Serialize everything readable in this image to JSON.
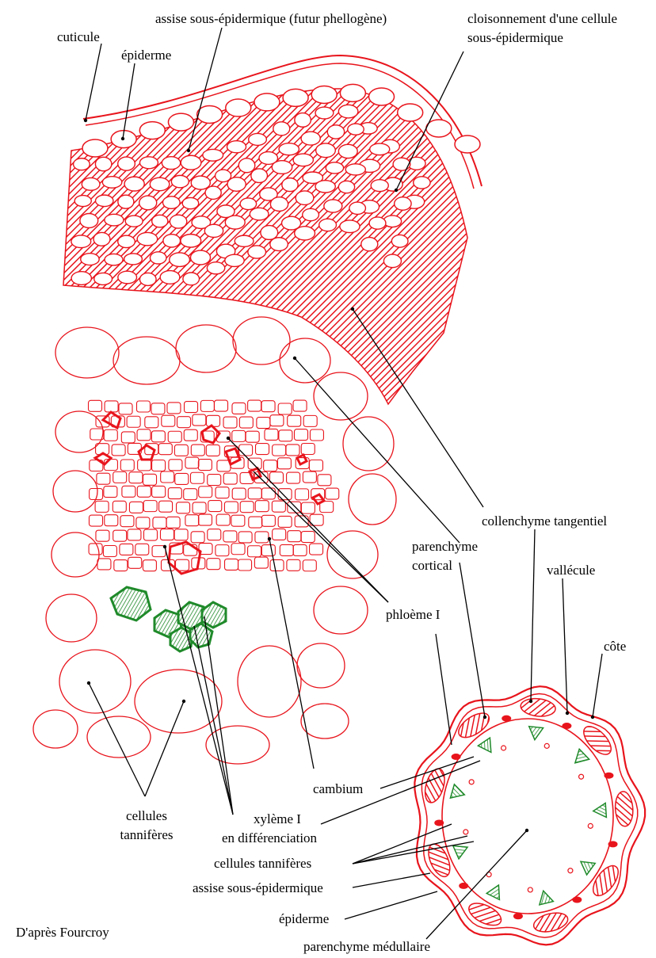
{
  "labels": {
    "cuticule": "cuticule",
    "epiderme_top": "épiderme",
    "assise_sous_epidermique_top": "assise sous-épidermique (futur phellogène)",
    "cloisonnement_line1": "cloisonnement d'une cellule",
    "cloisonnement_line2": "sous-épidermique",
    "collenchyme_tangentiel": "collenchyme tangentiel",
    "parenchyme_cortical_line1": "parenchyme",
    "parenchyme_cortical_line2": "cortical",
    "vallecule": "vallécule",
    "phloeme_I": "phloème I",
    "cote": "côte",
    "cambium": "cambium",
    "cellules_tanniferes_left_line1": "cellules",
    "cellules_tanniferes_left_line2": "tannifères",
    "xyleme_line1": "xylème I",
    "xyleme_line2": "en différenciation",
    "cellules_tanniferes_right": "cellules tannifères",
    "assise_sous_epidermique_bottom": "assise sous-épidermique",
    "epiderme_bottom": "épiderme",
    "parenchyme_medullaire": "parenchyme médullaire"
  },
  "credit": "D'après Fourcroy",
  "colors": {
    "tissue_outline": "#e8141c",
    "collenchyma_fill": "#e8141c",
    "xylem": "#1f8a2a",
    "leader_line": "#000000"
  }
}
